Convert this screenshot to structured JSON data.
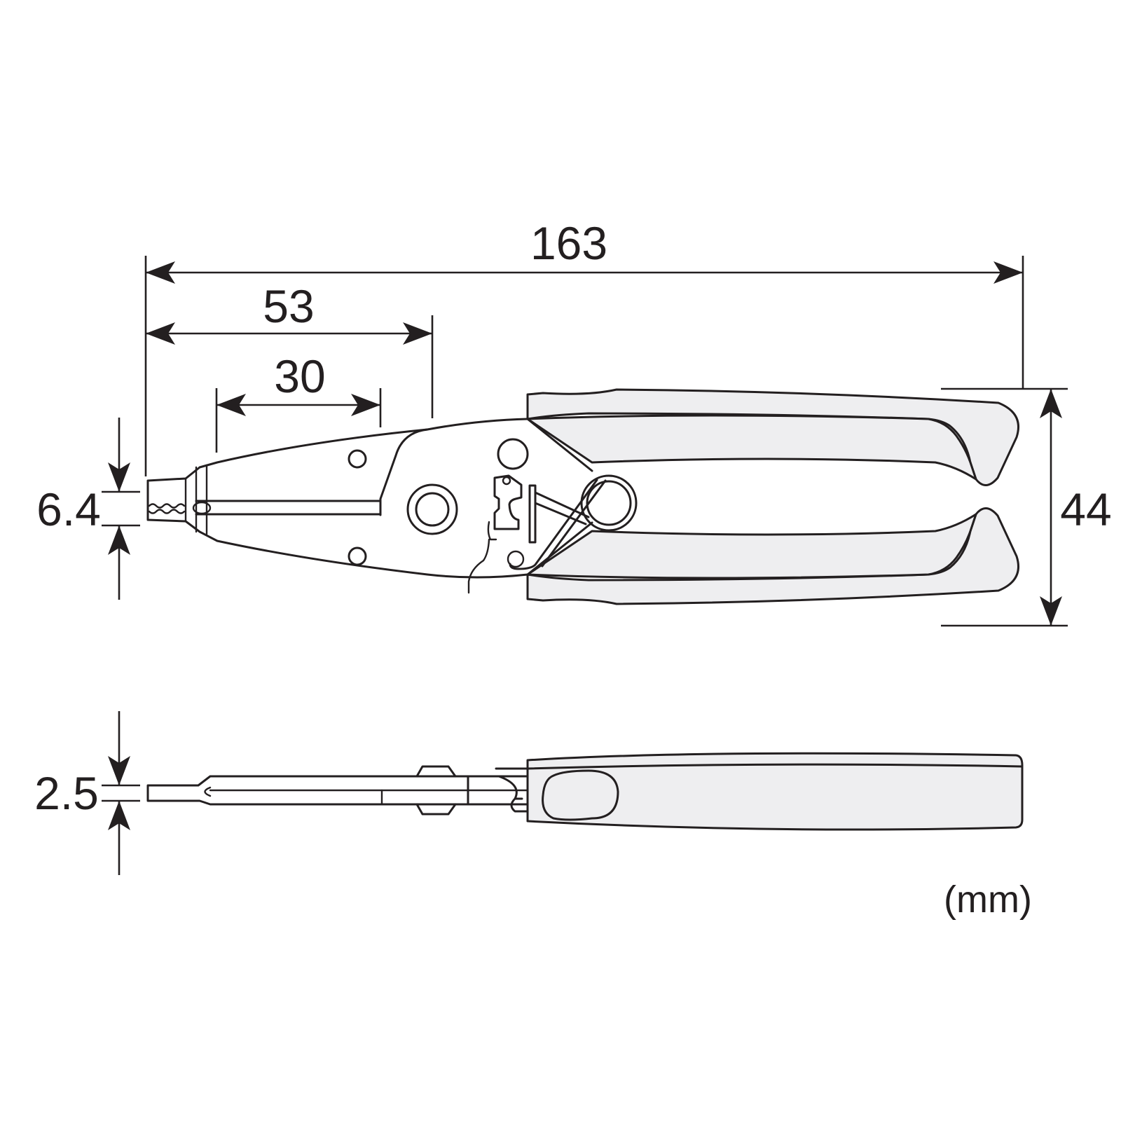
{
  "colors": {
    "line": "#231f20",
    "grip_fill": "#eeeef0",
    "background": "#ffffff"
  },
  "dimensions": {
    "overall_length": "163",
    "pivot_length": "53",
    "blade_length": "30",
    "tip_width": "6.4",
    "handle_spread": "44",
    "thickness": "2.5"
  },
  "unit": "(mm)"
}
